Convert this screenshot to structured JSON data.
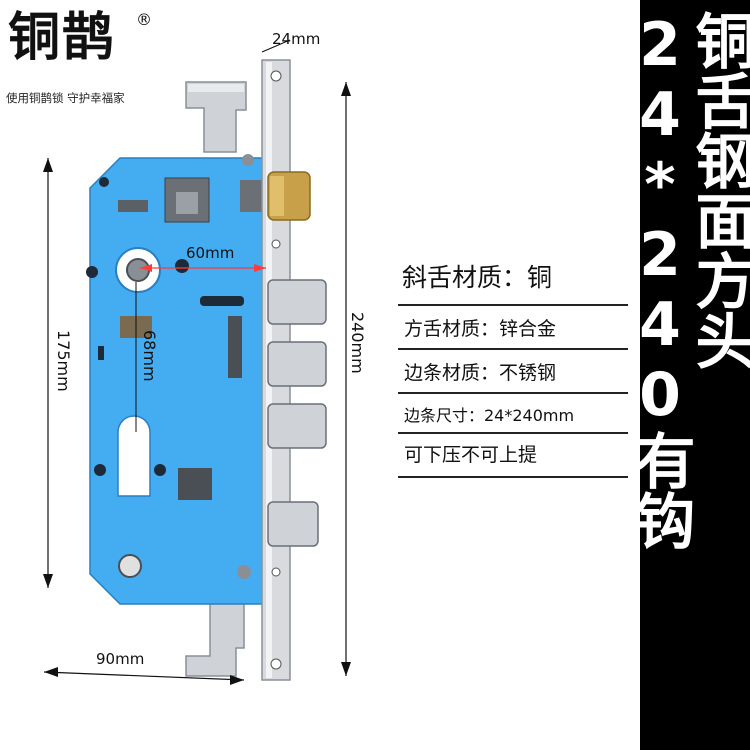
{
  "brand": {
    "logo_text": "铜鹊",
    "registered_mark": "®",
    "slogan": "使用铜鹊锁 守护幸福家"
  },
  "headline": {
    "text": "铜舌钢面方头24*240有钩"
  },
  "specs": {
    "title": "斜舌材质：铜",
    "rows": [
      "方舌材质：锌合金",
      "边条材质：不锈钢",
      "边条尺寸：24*240mm",
      "可下压不可上提"
    ]
  },
  "dimensions": {
    "width_top": "24mm",
    "height_total": "240mm",
    "height_body": "175mm",
    "width_body": "90mm",
    "backset": "60mm",
    "center_distance": "68mm"
  },
  "colors": {
    "lock_body": "#44acf0",
    "faceplate": "#d8dadd",
    "brass": "#c8a04a",
    "panel": "#000000"
  }
}
